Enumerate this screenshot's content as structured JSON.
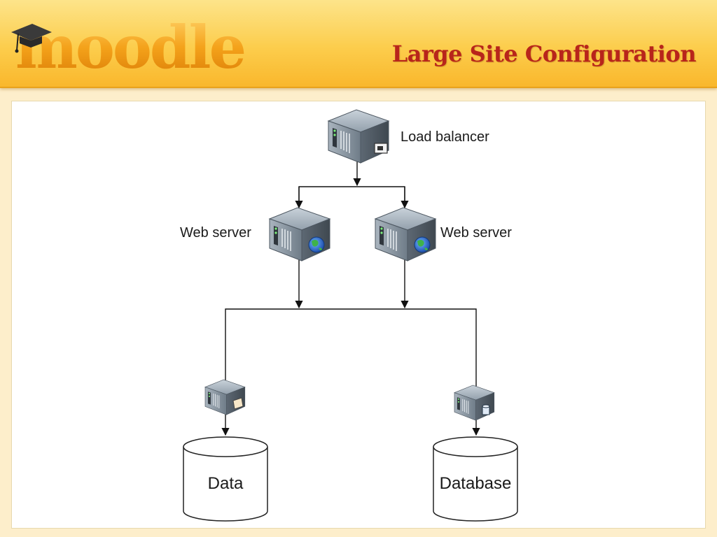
{
  "header": {
    "logo_text": "moodle",
    "title": "Large Site Configuration"
  },
  "diagram": {
    "nodes": {
      "load_balancer": "Load balancer",
      "web_server_left": "Web server",
      "web_server_right": "Web server",
      "data_store": "Data",
      "database_store": "Database"
    }
  },
  "colors": {
    "title": "#b8251b",
    "logo": "#f29a10",
    "header_bg": "#fccd4c",
    "server_body": "#7c8a96"
  }
}
